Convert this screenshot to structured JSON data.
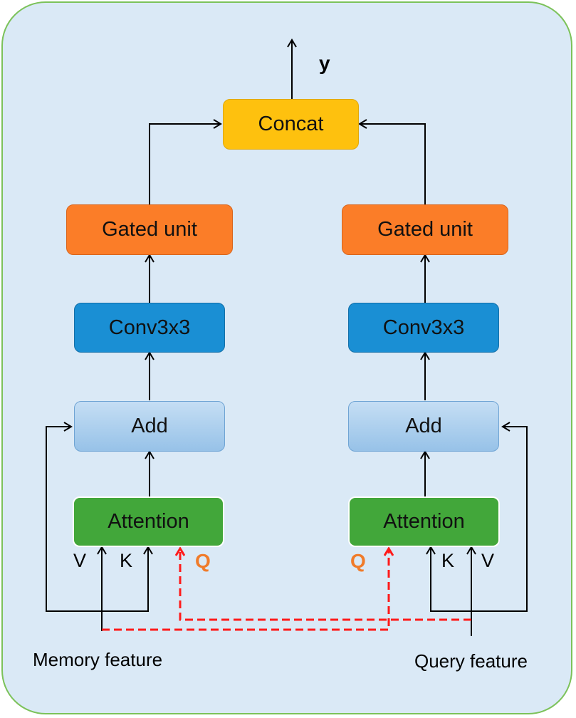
{
  "diagram": {
    "output_label": "y",
    "concat_label": "Concat",
    "left": {
      "gated_label": "Gated unit",
      "conv_label": "Conv3x3",
      "add_label": "Add",
      "attention_label": "Attention",
      "input_v": "V",
      "input_k": "K",
      "input_q": "Q",
      "feature_label": "Memory feature"
    },
    "right": {
      "gated_label": "Gated unit",
      "conv_label": "Conv3x3",
      "add_label": "Add",
      "attention_label": "Attention",
      "input_q": "Q",
      "input_k": "K",
      "input_v": "V",
      "feature_label": "Query feature"
    },
    "colors": {
      "background": "#dae9f6",
      "border": "#7cc25a",
      "concat": "#fec10e",
      "gated_unit": "#fb7d28",
      "conv": "#1a8fd4",
      "add": "#a9cdee",
      "attention": "#42a73a",
      "q_label": "#f07b2a",
      "query_link": "#ff1a1a"
    }
  }
}
